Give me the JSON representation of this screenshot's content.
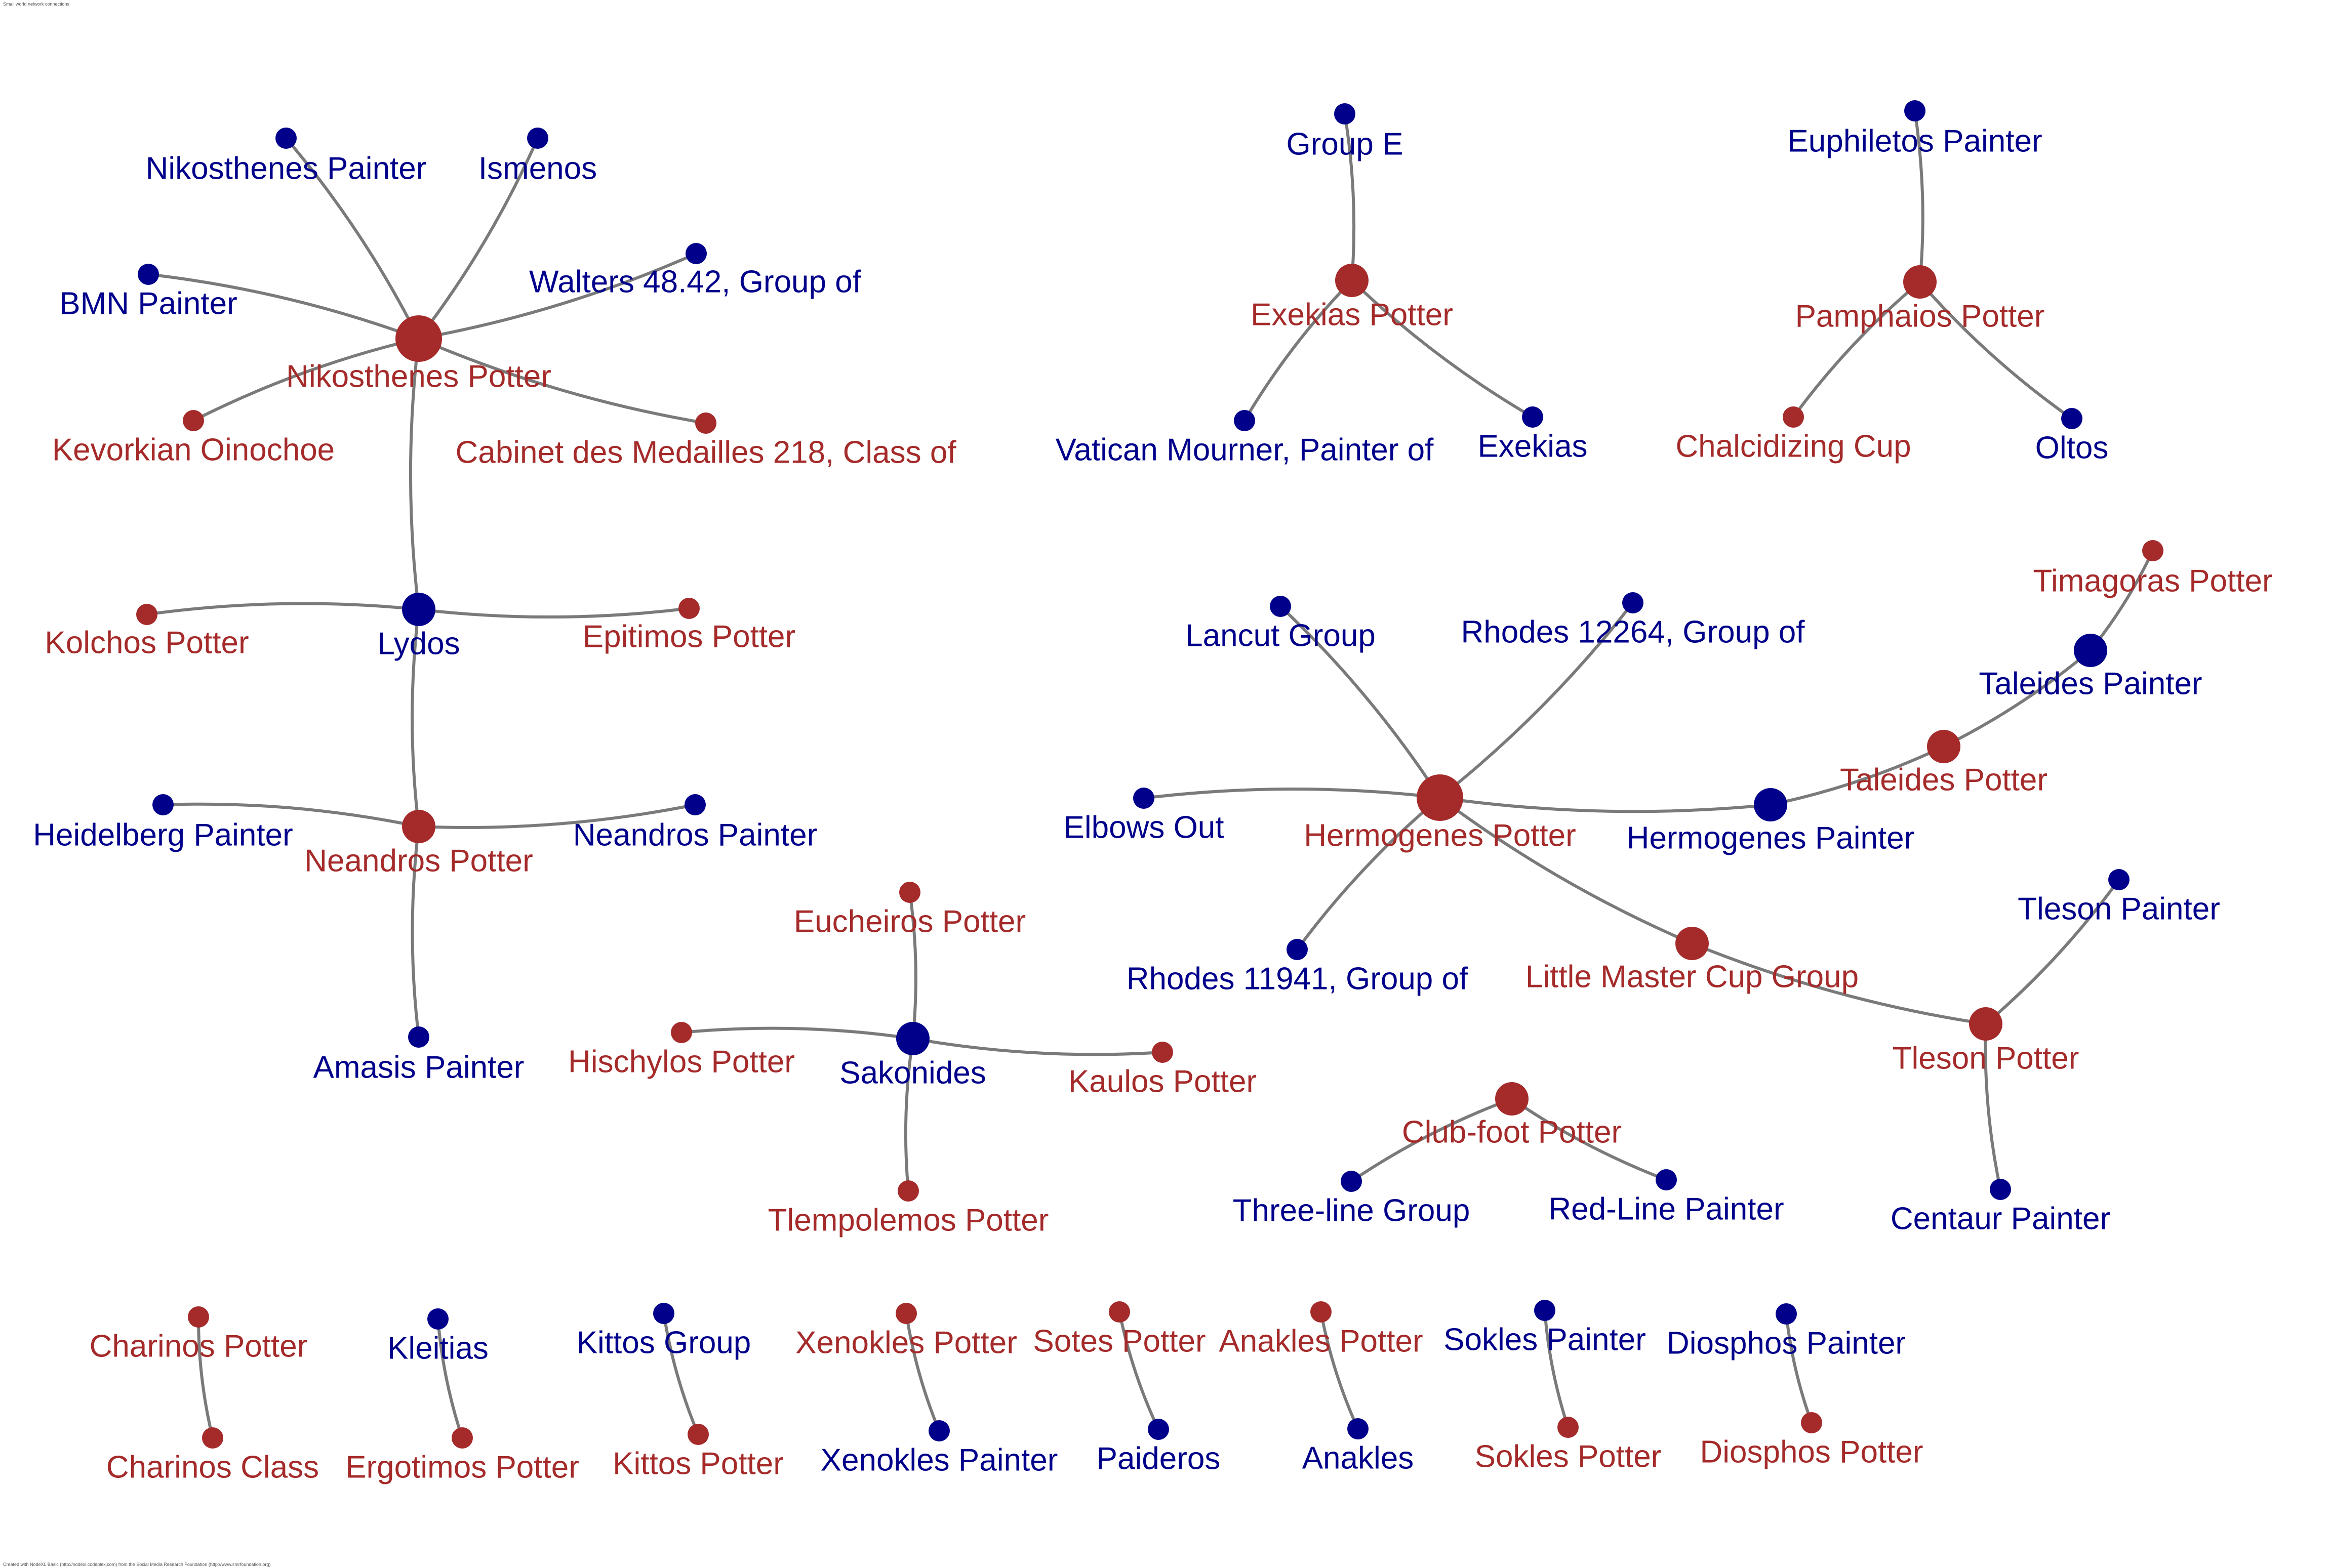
{
  "colors": {
    "painter": "#00008b",
    "potter": "#a52a2a",
    "edge": "#7a7a7a",
    "background": "#ffffff"
  },
  "header_note": "Small world network connections",
  "footer_note": "Created with NodeXL Basic (http://nodexl.codeplex.com) from the Social Media Research Foundation (http://www.smrfoundation.org)",
  "nodes": [
    {
      "id": "nikosthenes-painter",
      "label": "Nikosthenes Painter",
      "group": "painter",
      "size": "small"
    },
    {
      "id": "ismenos",
      "label": "Ismenos",
      "group": "painter",
      "size": "small"
    },
    {
      "id": "walters",
      "label": "Walters 48.42, Group of",
      "group": "painter",
      "size": "small"
    },
    {
      "id": "bmn-painter",
      "label": "BMN Painter",
      "group": "painter",
      "size": "small"
    },
    {
      "id": "nikosthenes-potter",
      "label": "Nikosthenes Potter",
      "group": "potter",
      "size": "large"
    },
    {
      "id": "kevorkian",
      "label": "Kevorkian Oinochoe",
      "group": "potter",
      "size": "small"
    },
    {
      "id": "cabinet",
      "label": "Cabinet des Medailles 218, Class of",
      "group": "potter",
      "size": "small"
    },
    {
      "id": "kolchos",
      "label": "Kolchos Potter",
      "group": "potter",
      "size": "small"
    },
    {
      "id": "lydos",
      "label": "Lydos",
      "group": "painter",
      "size": "medium"
    },
    {
      "id": "epitimos",
      "label": "Epitimos Potter",
      "group": "potter",
      "size": "small"
    },
    {
      "id": "heidelberg",
      "label": "Heidelberg Painter",
      "group": "painter",
      "size": "small"
    },
    {
      "id": "neandros-potter",
      "label": "Neandros Potter",
      "group": "potter",
      "size": "medium"
    },
    {
      "id": "neandros-painter",
      "label": "Neandros Painter",
      "group": "painter",
      "size": "small"
    },
    {
      "id": "amasis",
      "label": "Amasis Painter",
      "group": "painter",
      "size": "small"
    },
    {
      "id": "eucheiros",
      "label": "Eucheiros Potter",
      "group": "potter",
      "size": "small"
    },
    {
      "id": "hischylos",
      "label": "Hischylos Potter",
      "group": "potter",
      "size": "small"
    },
    {
      "id": "sakonides",
      "label": "Sakonides",
      "group": "painter",
      "size": "medium"
    },
    {
      "id": "kaulos",
      "label": "Kaulos Potter",
      "group": "potter",
      "size": "small"
    },
    {
      "id": "tlempolemos",
      "label": "Tlempolemos Potter",
      "group": "potter",
      "size": "small"
    },
    {
      "id": "group-e",
      "label": "Group E",
      "group": "painter",
      "size": "small"
    },
    {
      "id": "exekias-potter",
      "label": "Exekias Potter",
      "group": "potter",
      "size": "medium"
    },
    {
      "id": "vatican",
      "label": "Vatican Mourner, Painter of",
      "group": "painter",
      "size": "small"
    },
    {
      "id": "exekias",
      "label": "Exekias",
      "group": "painter",
      "size": "small"
    },
    {
      "id": "euphiletos",
      "label": "Euphiletos Painter",
      "group": "painter",
      "size": "small"
    },
    {
      "id": "pamphaios",
      "label": "Pamphaios Potter",
      "group": "potter",
      "size": "medium"
    },
    {
      "id": "chalcidizing",
      "label": "Chalcidizing Cup",
      "group": "potter",
      "size": "small"
    },
    {
      "id": "oltos",
      "label": "Oltos",
      "group": "painter",
      "size": "small"
    },
    {
      "id": "lancut",
      "label": "Lancut Group",
      "group": "painter",
      "size": "small"
    },
    {
      "id": "rhodes-12264",
      "label": "Rhodes 12264, Group of",
      "group": "painter",
      "size": "small"
    },
    {
      "id": "elbows-out",
      "label": "Elbows Out",
      "group": "painter",
      "size": "small"
    },
    {
      "id": "hermogenes-potter",
      "label": "Hermogenes Potter",
      "group": "potter",
      "size": "large"
    },
    {
      "id": "hermogenes-painter",
      "label": "Hermogenes Painter",
      "group": "painter",
      "size": "medium"
    },
    {
      "id": "rhodes-11941",
      "label": "Rhodes 11941, Group of",
      "group": "painter",
      "size": "small"
    },
    {
      "id": "little-master",
      "label": "Little Master Cup Group",
      "group": "potter",
      "size": "medium"
    },
    {
      "id": "timagoras",
      "label": "Timagoras Potter",
      "group": "potter",
      "size": "small"
    },
    {
      "id": "taleides-painter",
      "label": "Taleides Painter",
      "group": "painter",
      "size": "medium"
    },
    {
      "id": "taleides-potter",
      "label": "Taleides Potter",
      "group": "potter",
      "size": "medium"
    },
    {
      "id": "tleson-painter",
      "label": "Tleson Painter",
      "group": "painter",
      "size": "small"
    },
    {
      "id": "tleson-potter",
      "label": "Tleson Potter",
      "group": "potter",
      "size": "medium"
    },
    {
      "id": "centaur",
      "label": "Centaur Painter",
      "group": "painter",
      "size": "small"
    },
    {
      "id": "club-foot",
      "label": "Club-foot Potter",
      "group": "potter",
      "size": "medium"
    },
    {
      "id": "three-line",
      "label": "Three-line Group",
      "group": "painter",
      "size": "small"
    },
    {
      "id": "red-line",
      "label": "Red-Line Painter",
      "group": "painter",
      "size": "small"
    },
    {
      "id": "charinos-potter",
      "label": "Charinos Potter",
      "group": "potter",
      "size": "small"
    },
    {
      "id": "charinos-class",
      "label": "Charinos Class",
      "group": "potter",
      "size": "small"
    },
    {
      "id": "kleitias",
      "label": "Kleitias",
      "group": "painter",
      "size": "small"
    },
    {
      "id": "ergotimos",
      "label": "Ergotimos Potter",
      "group": "potter",
      "size": "small"
    },
    {
      "id": "kittos-group",
      "label": "Kittos Group",
      "group": "painter",
      "size": "small"
    },
    {
      "id": "kittos-potter",
      "label": "Kittos Potter",
      "group": "potter",
      "size": "small"
    },
    {
      "id": "xenokles-potter",
      "label": "Xenokles Potter",
      "group": "potter",
      "size": "small"
    },
    {
      "id": "xenokles-painter",
      "label": "Xenokles Painter",
      "group": "painter",
      "size": "small"
    },
    {
      "id": "sotes",
      "label": "Sotes Potter",
      "group": "potter",
      "size": "small"
    },
    {
      "id": "paideros",
      "label": "Paideros",
      "group": "painter",
      "size": "small"
    },
    {
      "id": "anakles-potter",
      "label": "Anakles Potter",
      "group": "potter",
      "size": "small"
    },
    {
      "id": "anakles",
      "label": "Anakles",
      "group": "painter",
      "size": "small"
    },
    {
      "id": "sokles-painter",
      "label": "Sokles Painter",
      "group": "painter",
      "size": "small"
    },
    {
      "id": "sokles-potter",
      "label": "Sokles Potter",
      "group": "potter",
      "size": "small"
    },
    {
      "id": "diosphos-painter",
      "label": "Diosphos Painter",
      "group": "painter",
      "size": "small"
    },
    {
      "id": "diosphos-potter",
      "label": "Diosphos Potter",
      "group": "potter",
      "size": "small"
    }
  ],
  "edges": [
    {
      "source": "nikosthenes-potter",
      "target": "nikosthenes-painter"
    },
    {
      "source": "nikosthenes-potter",
      "target": "ismenos"
    },
    {
      "source": "nikosthenes-potter",
      "target": "walters"
    },
    {
      "source": "nikosthenes-potter",
      "target": "bmn-painter"
    },
    {
      "source": "nikosthenes-potter",
      "target": "kevorkian"
    },
    {
      "source": "nikosthenes-potter",
      "target": "cabinet"
    },
    {
      "source": "nikosthenes-potter",
      "target": "lydos"
    },
    {
      "source": "lydos",
      "target": "kolchos"
    },
    {
      "source": "lydos",
      "target": "epitimos"
    },
    {
      "source": "lydos",
      "target": "neandros-potter"
    },
    {
      "source": "neandros-potter",
      "target": "heidelberg"
    },
    {
      "source": "neandros-potter",
      "target": "neandros-painter"
    },
    {
      "source": "neandros-potter",
      "target": "amasis"
    },
    {
      "source": "sakonides",
      "target": "eucheiros"
    },
    {
      "source": "sakonides",
      "target": "hischylos"
    },
    {
      "source": "sakonides",
      "target": "kaulos"
    },
    {
      "source": "sakonides",
      "target": "tlempolemos"
    },
    {
      "source": "exekias-potter",
      "target": "group-e"
    },
    {
      "source": "exekias-potter",
      "target": "vatican"
    },
    {
      "source": "exekias-potter",
      "target": "exekias"
    },
    {
      "source": "pamphaios",
      "target": "euphiletos"
    },
    {
      "source": "pamphaios",
      "target": "chalcidizing"
    },
    {
      "source": "pamphaios",
      "target": "oltos"
    },
    {
      "source": "hermogenes-potter",
      "target": "lancut"
    },
    {
      "source": "hermogenes-potter",
      "target": "rhodes-12264"
    },
    {
      "source": "hermogenes-potter",
      "target": "elbows-out"
    },
    {
      "source": "hermogenes-potter",
      "target": "hermogenes-painter"
    },
    {
      "source": "hermogenes-potter",
      "target": "rhodes-11941"
    },
    {
      "source": "hermogenes-potter",
      "target": "little-master"
    },
    {
      "source": "hermogenes-painter",
      "target": "taleides-potter"
    },
    {
      "source": "taleides-potter",
      "target": "taleides-painter"
    },
    {
      "source": "taleides-painter",
      "target": "timagoras"
    },
    {
      "source": "little-master",
      "target": "tleson-potter"
    },
    {
      "source": "tleson-potter",
      "target": "tleson-painter"
    },
    {
      "source": "tleson-potter",
      "target": "centaur"
    },
    {
      "source": "club-foot",
      "target": "three-line"
    },
    {
      "source": "club-foot",
      "target": "red-line"
    },
    {
      "source": "charinos-potter",
      "target": "charinos-class"
    },
    {
      "source": "kleitias",
      "target": "ergotimos"
    },
    {
      "source": "kittos-group",
      "target": "kittos-potter"
    },
    {
      "source": "xenokles-potter",
      "target": "xenokles-painter"
    },
    {
      "source": "sotes",
      "target": "paideros"
    },
    {
      "source": "anakles-potter",
      "target": "anakles"
    },
    {
      "source": "sokles-painter",
      "target": "sokles-potter"
    },
    {
      "source": "diosphos-painter",
      "target": "diosphos-potter"
    }
  ]
}
